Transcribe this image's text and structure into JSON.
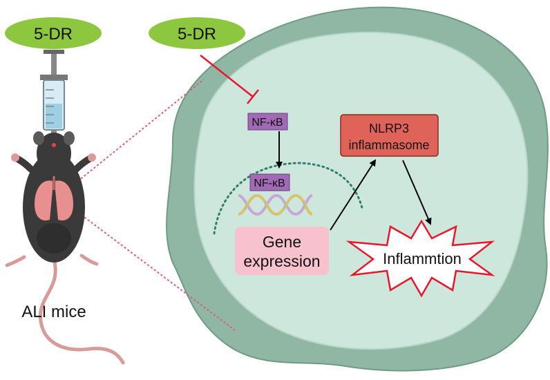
{
  "drug_left": {
    "label": "5-DR",
    "color": "#8dc63f"
  },
  "drug_right": {
    "label": "5-DR",
    "color": "#8dc63f"
  },
  "mouse_caption": "ALI mice",
  "nfkb_cytoplasm": {
    "label": "NF-κB",
    "color": "#a06ab4"
  },
  "nfkb_nucleus": {
    "label": "NF-κB",
    "color": "#a06ab4"
  },
  "gene_expression": {
    "line1": "Gene",
    "line2": "expression",
    "color": "#f7c2cd"
  },
  "nlrp3": {
    "line1": "NLRP3",
    "line2": "inflammasome",
    "color": "#e0635a"
  },
  "inflammation": {
    "label": "Inflammtion",
    "outline_color": "#e8162a"
  },
  "colors": {
    "cell_membrane": "#8fb7a4",
    "cell_body": "#cde7dc",
    "nuclear_envelope": "#2f7f6c",
    "inhibition": "#e8162a",
    "zoom_line": "#e05a7a"
  }
}
